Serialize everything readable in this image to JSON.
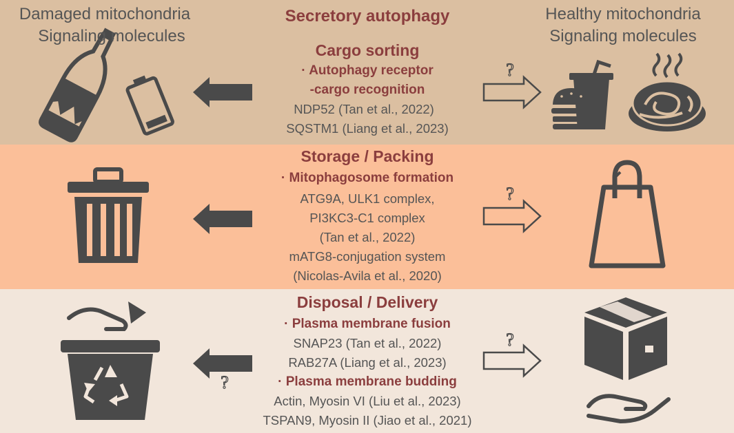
{
  "header": {
    "left_title": [
      "Damaged mitochondria",
      "Signaling molecules"
    ],
    "right_title": [
      "Healthy mitochondria",
      "Signaling molecules"
    ],
    "center_title": "Secretory autophagy"
  },
  "rows": [
    {
      "heading": "Cargo sorting",
      "subheadings": [
        "· Autophagy receptor",
        "-cargo recognition"
      ],
      "lines": [
        "NDP52 (Tan et al., 2022)",
        "SQSTM1 (Liang et al., 2023)"
      ],
      "left_icons": [
        "broken-bottle-icon",
        "low-battery-icon"
      ],
      "right_icons": [
        "fast-food-icon",
        "hot-noodles-icon"
      ],
      "right_arrow_mark": "?"
    },
    {
      "heading": "Storage / Packing",
      "subheadings": [
        "· Mitophagosome formation"
      ],
      "lines": [
        "ATG9A, ULK1 complex,",
        "PI3KC3-C1 complex",
        "(Tan et al., 2022)",
        "mATG8-conjugation system",
        "(Nicolas-Avila et al., 2020)"
      ],
      "left_icons": [
        "trash-can-icon"
      ],
      "right_icons": [
        "shopping-bag-icon"
      ],
      "right_arrow_mark": "?"
    },
    {
      "heading": "Disposal / Delivery",
      "subheadings": [
        "· Plasma membrane fusion"
      ],
      "lines": [
        "SNAP23 (Tan et al., 2022)",
        "RAB27A (Liang et al., 2023)"
      ],
      "subheadings_2": [
        "· Plasma membrane budding"
      ],
      "lines_2": [
        "Actin, Myosin VI (Liu et al., 2023)",
        "TSPAN9, Myosin II (Jiao et al., 2021)"
      ],
      "left_icons": [
        "recycle-bin-icon"
      ],
      "right_icons": [
        "package-delivery-icon"
      ],
      "left_arrow_mark": "?",
      "right_arrow_mark": "?"
    }
  ],
  "colors": {
    "band_top": "#dbbfa1",
    "band_mid": "#fbbf99",
    "band_bottom": "#f2e6db",
    "heading_text": "#8b3e3e",
    "body_text": "#555555",
    "icon": "#4a4a4a"
  }
}
